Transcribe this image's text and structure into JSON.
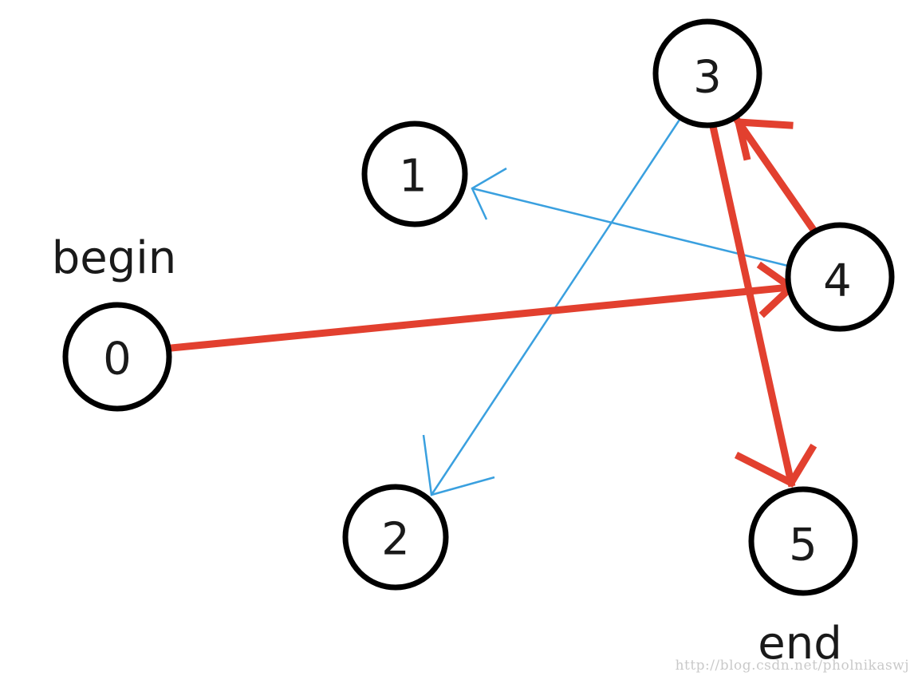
{
  "diagram": {
    "nodes": [
      {
        "id": "0",
        "label": "0"
      },
      {
        "id": "1",
        "label": "1"
      },
      {
        "id": "2",
        "label": "2"
      },
      {
        "id": "3",
        "label": "3"
      },
      {
        "id": "4",
        "label": "4"
      },
      {
        "id": "5",
        "label": "5"
      }
    ],
    "edges": [
      {
        "from": "0",
        "to": "4",
        "color": "#e2402f",
        "style": "thick"
      },
      {
        "from": "4",
        "to": "3",
        "color": "#e2402f",
        "style": "thick"
      },
      {
        "from": "3",
        "to": "5",
        "color": "#e2402f",
        "style": "thick"
      },
      {
        "from": "4",
        "to": "1",
        "color": "#3aa0df",
        "style": "thin"
      },
      {
        "from": "3",
        "to": "2",
        "color": "#3aa0df",
        "style": "thin"
      }
    ],
    "begin_label": "begin",
    "end_label": "end"
  },
  "watermark": "http://blog.csdn.net/pholnikaswj",
  "colors": {
    "red_edge": "#e2402f",
    "blue_edge": "#3aa0df",
    "node_stroke": "#000000"
  }
}
